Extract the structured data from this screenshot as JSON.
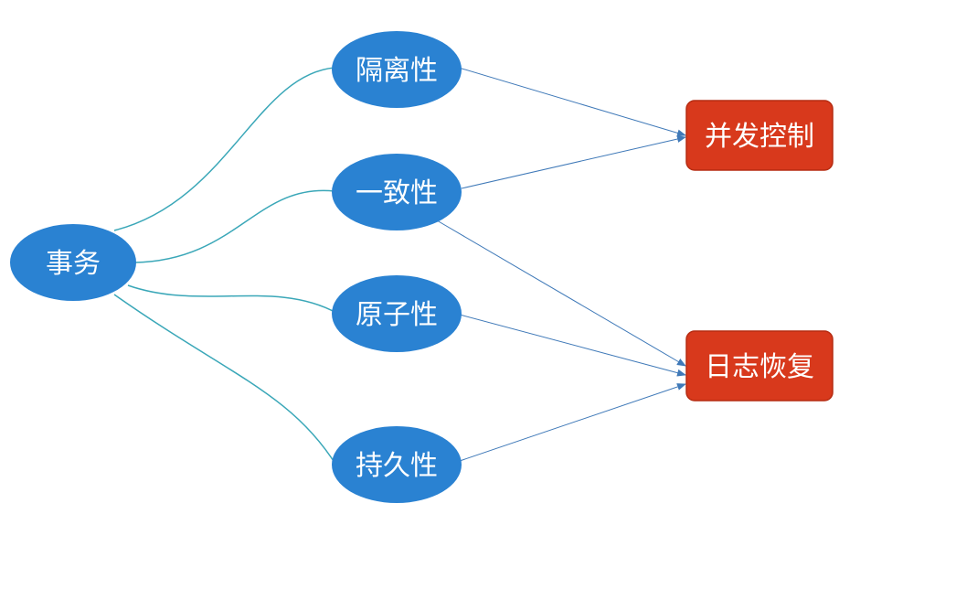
{
  "nodes": {
    "transaction": "事务",
    "isolation": "隔离性",
    "consistency": "一致性",
    "atomicity": "原子性",
    "durability": "持久性",
    "concurrency_control": "并发控制",
    "log_recovery": "日志恢复"
  },
  "colors": {
    "ellipse_fill": "#2a82d2",
    "rect_fill": "#d8391c",
    "curve_stroke": "#3aa7b8",
    "arrow_stroke": "#3f79b8"
  }
}
